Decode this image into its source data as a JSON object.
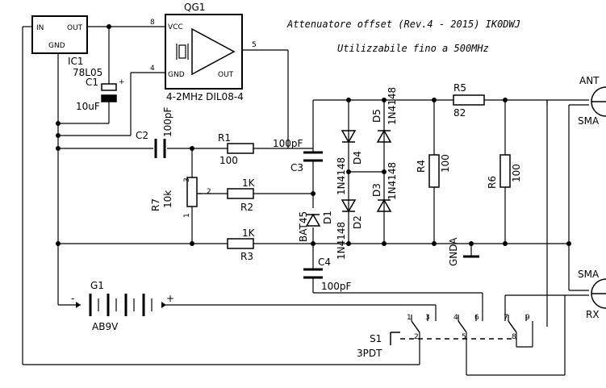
{
  "title_line1": "Attenuatore offset (Rev.4 - 2015) IK0DWJ",
  "title_line2": "Utilizzabile fino a 500MHz",
  "ic1": {
    "ref": "IC1",
    "value": "78L05",
    "pin_in": "IN",
    "pin_out": "OUT",
    "pin_gnd": "GND"
  },
  "qg1": {
    "ref": "QG1",
    "value": "4-2MHz DIL08-4",
    "pin_vcc": "VCC",
    "pin_gnd": "GND",
    "pin_out": "OUT",
    "pin8": "8",
    "pin4": "4",
    "pin5": "5"
  },
  "c1": {
    "ref": "C1",
    "value": "10uF",
    "plus": "+"
  },
  "c2": {
    "ref": "C2",
    "value": "100pF"
  },
  "c3": {
    "ref": "C3",
    "value": "100pF"
  },
  "c4": {
    "ref": "C4",
    "value": "100pF"
  },
  "r1": {
    "ref": "R1",
    "value": "100"
  },
  "r2": {
    "ref": "R2",
    "value": "1K"
  },
  "r3": {
    "ref": "R3",
    "value": "1K"
  },
  "r4": {
    "ref": "R4",
    "value": "100"
  },
  "r5": {
    "ref": "R5",
    "value": "82"
  },
  "r6": {
    "ref": "R6",
    "value": "100"
  },
  "r7": {
    "ref": "R7",
    "value": "10k",
    "pin1": "1",
    "pin2": "2",
    "pin3": "3"
  },
  "d1": {
    "ref": "D1",
    "value": "BAT45"
  },
  "d2": {
    "ref": "D2",
    "value": "1N4148"
  },
  "d3": {
    "ref": "D3",
    "value": "1N4148"
  },
  "d4": {
    "ref": "D4",
    "value": "1N4148"
  },
  "d5": {
    "ref": "D5",
    "value": "1N4148"
  },
  "g1": {
    "ref": "G1",
    "value": "AB9V",
    "minus": "-",
    "plus": "+"
  },
  "gnda": "GNDA",
  "ant": {
    "name": "ANT",
    "type": "SMA"
  },
  "rx": {
    "name": "RX",
    "type": "SMA"
  },
  "s1": {
    "ref": "S1",
    "value": "3PDT",
    "pins": [
      "1",
      "2",
      "3",
      "4",
      "5",
      "6",
      "7",
      "8",
      "9"
    ]
  }
}
